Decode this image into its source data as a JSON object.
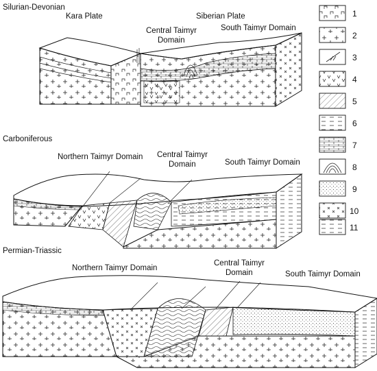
{
  "panels": [
    {
      "period": "Silurian-Devonian",
      "labels": {
        "kara": "Kara Plate",
        "siberian": "Siberian Plate",
        "central_l1": "Central Taimyr",
        "central_l2": "Domain",
        "south": "South Taimyr Domain"
      }
    },
    {
      "period": "Carboniferous",
      "labels": {
        "northern": "Northern Taimyr Domain",
        "central_l1": "Central Taimyr",
        "central_l2": "Domain",
        "south": "South Taimyr Domain"
      }
    },
    {
      "period": "Permian-Triassic",
      "labels": {
        "northern": "Northern Taimyr Domain",
        "central_l1": "Central Taimyr",
        "central_l2": "Domain",
        "south": "South Taimyr Domain"
      }
    }
  ],
  "legend": [
    {
      "num": "1",
      "pattern": "gabbro-symbol"
    },
    {
      "num": "2",
      "pattern": "granite-crosses"
    },
    {
      "num": "3",
      "pattern": "dike-arrows"
    },
    {
      "num": "4",
      "pattern": "volcanic-v"
    },
    {
      "num": "5",
      "pattern": "diagonal-hatch-limestone"
    },
    {
      "num": "6",
      "pattern": "dashed-shale"
    },
    {
      "num": "7",
      "pattern": "brick-limestone"
    },
    {
      "num": "8",
      "pattern": "folded-layers"
    },
    {
      "num": "9",
      "pattern": "dotted-sandstone"
    },
    {
      "num": "10",
      "pattern": "x-marks"
    },
    {
      "num": "11",
      "pattern": "dashed-clastics"
    }
  ]
}
